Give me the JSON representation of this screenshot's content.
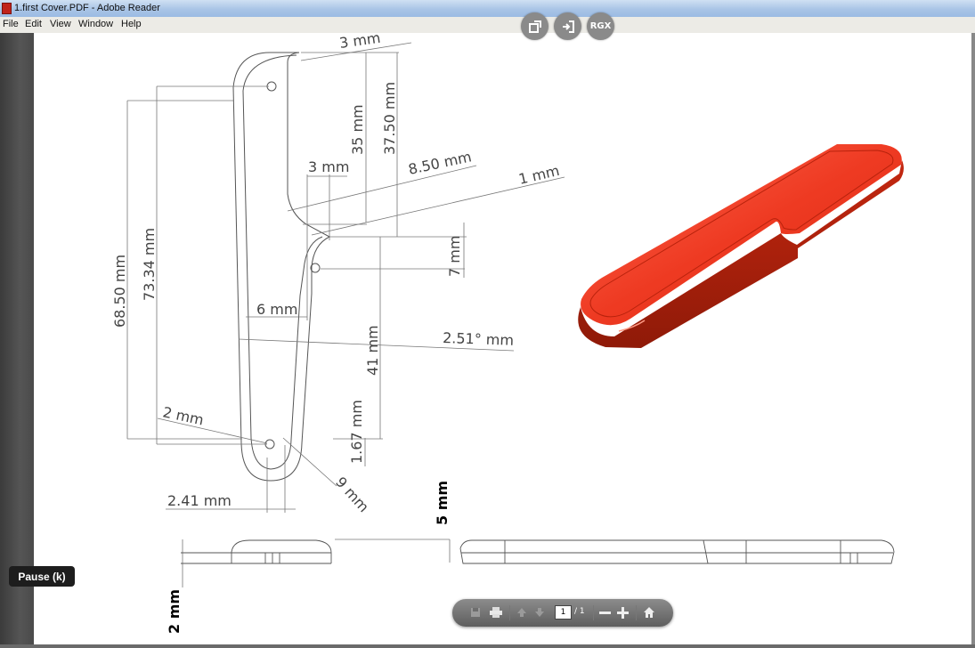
{
  "window": {
    "title": "1.first Cover.PDF - Adobe Reader"
  },
  "menu": {
    "items": [
      "File",
      "Edit",
      "View",
      "Window",
      "Help"
    ]
  },
  "overlay_buttons": {
    "rgx_label": "RGX"
  },
  "video": {
    "pause_label": "Pause (k)"
  },
  "drawing": {
    "dims": {
      "d3mm_top": "3 mm",
      "d35": "35 mm",
      "d37_50": "37.50 mm",
      "d3mm_mid": "3 mm",
      "d8_50": "8.50 mm",
      "d1mm": "1 mm",
      "d7mm": "7 mm",
      "d68_50": "68.50 mm",
      "d73_34": "73.34 mm",
      "d6mm": "6 mm",
      "d2_51": "2.51° mm",
      "d41": "41 mm",
      "d2mm": "2 mm",
      "d1_67": "1.67 mm",
      "d9mm": "9 mm",
      "d2_41": "2.41 mm",
      "d5mm": "5 mm",
      "d2mm_bottom": "2 mm"
    }
  },
  "page_toolbar": {
    "current_page": "1",
    "total_pages": "/ 1"
  },
  "colors": {
    "part_red": "#e8371f",
    "page": "#ffffff"
  }
}
